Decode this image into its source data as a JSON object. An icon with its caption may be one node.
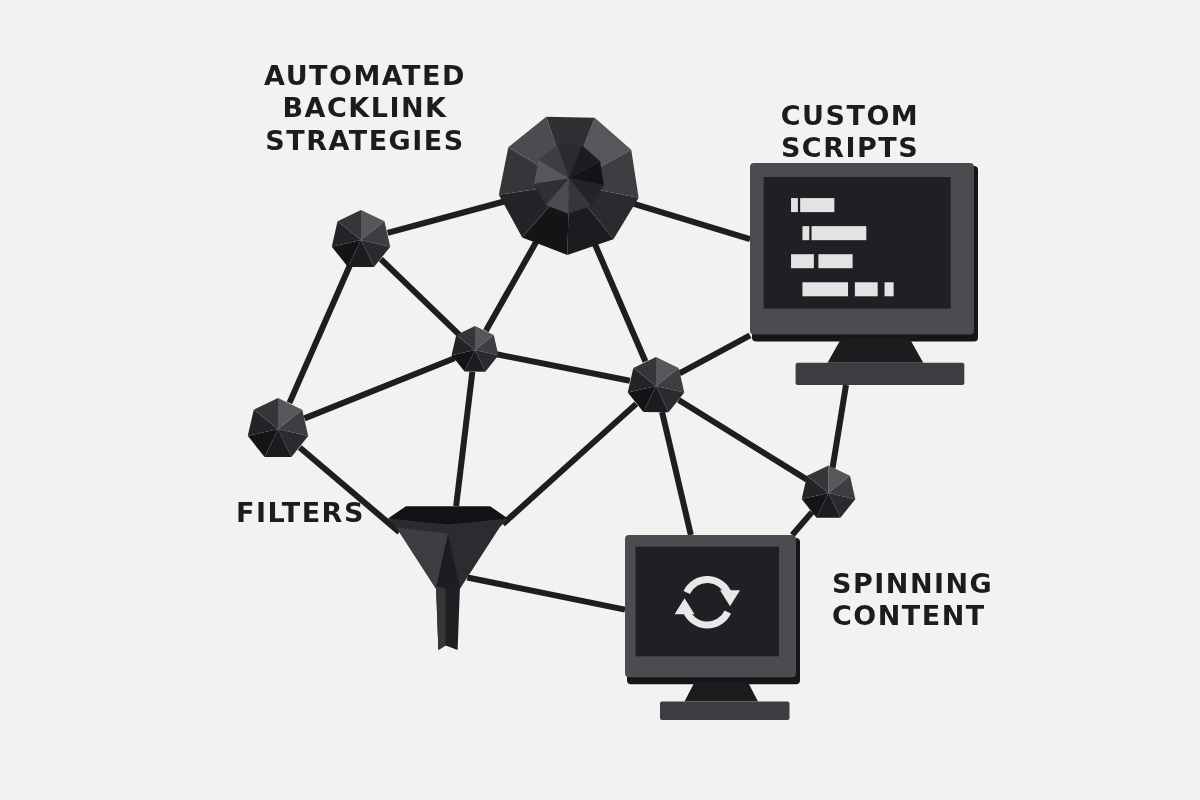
{
  "diagram": {
    "nodes": [
      {
        "text": [],
        "shape": "polyhedron"
      },
      {
        "text": [],
        "shape": "polyhedron"
      },
      {
        "text": [],
        "shape": "monitor",
        "beside": [
          "CUSTOM SCRIPTS"
        ]
      },
      {
        "text": [],
        "shape": "polyhedron"
      },
      {
        "text": [],
        "shape": "polyhedron"
      },
      {
        "text": [],
        "shape": "polyhedron"
      },
      {
        "text": [],
        "shape": "polyhedron"
      },
      {
        "text": [],
        "shape": "funnel",
        "beside": [
          "FILTERS"
        ]
      },
      {
        "text": [],
        "shape": "monitor",
        "beside": [
          "SPINNING CONTENT"
        ]
      }
    ],
    "edges": [
      {
        "from": 0,
        "to": 1,
        "arrow": "none"
      },
      {
        "from": 0,
        "to": 3,
        "arrow": "none"
      },
      {
        "from": 0,
        "to": 4,
        "arrow": "none"
      },
      {
        "from": 0,
        "to": 2,
        "arrow": "none"
      },
      {
        "from": 1,
        "to": 3,
        "arrow": "none"
      },
      {
        "from": 1,
        "to": 5,
        "arrow": "none"
      },
      {
        "from": 3,
        "to": 5,
        "arrow": "none"
      },
      {
        "from": 3,
        "to": 4,
        "arrow": "none"
      },
      {
        "from": 3,
        "to": 7,
        "arrow": "none"
      },
      {
        "from": 4,
        "to": 2,
        "arrow": "none"
      },
      {
        "from": 4,
        "to": 7,
        "arrow": "none"
      },
      {
        "from": 4,
        "to": 8,
        "arrow": "none"
      },
      {
        "from": 4,
        "to": 6,
        "arrow": "none"
      },
      {
        "from": 6,
        "to": 2,
        "arrow": "none"
      },
      {
        "from": 6,
        "to": 8,
        "arrow": "none"
      },
      {
        "from": 5,
        "to": 7,
        "arrow": "none"
      },
      {
        "from": 7,
        "to": 8,
        "arrow": "none"
      }
    ],
    "labels": [
      "AUTOMATED BACKLINK STRATEGIES"
    ]
  }
}
